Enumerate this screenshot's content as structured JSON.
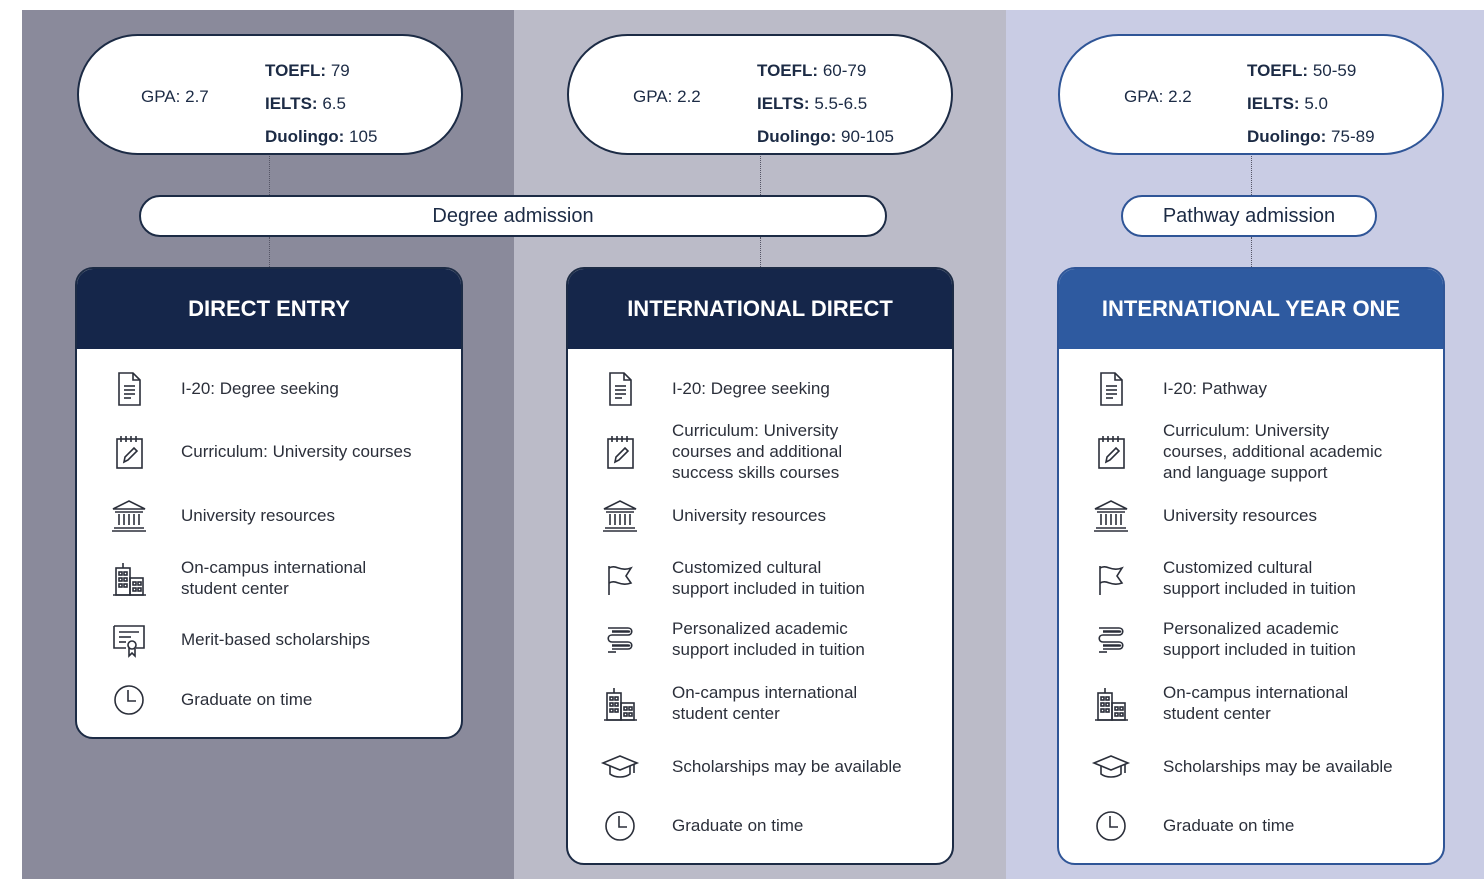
{
  "columns": [
    {
      "gpa_label": "GPA:",
      "gpa_value": "2.7",
      "toefl_label": "TOEFL:",
      "toefl_value": "79",
      "ielts_label": "IELTS:",
      "ielts_value": "6.5",
      "duolingo_label": "Duolingo:",
      "duolingo_value": "105",
      "title": "DIRECT ENTRY",
      "items": [
        {
          "icon": "document-icon",
          "text": "I-20: Degree seeking"
        },
        {
          "icon": "notepad-pencil-icon",
          "text": "Curriculum: University courses"
        },
        {
          "icon": "university-building-icon",
          "text": "University resources"
        },
        {
          "icon": "office-building-icon",
          "text": "On-campus international\nstudent center"
        },
        {
          "icon": "certificate-icon",
          "text": "Merit-based scholarships"
        },
        {
          "icon": "clock-icon",
          "text": "Graduate on time"
        }
      ]
    },
    {
      "gpa_label": "GPA:",
      "gpa_value": "2.2",
      "toefl_label": "TOEFL:",
      "toefl_value": "60-79",
      "ielts_label": "IELTS:",
      "ielts_value": "5.5-6.5",
      "duolingo_label": "Duolingo:",
      "duolingo_value": "90-105",
      "title": "INTERNATIONAL DIRECT",
      "items": [
        {
          "icon": "document-icon",
          "text": "I-20: Degree seeking"
        },
        {
          "icon": "notepad-pencil-icon",
          "text": "Curriculum: University\ncourses and additional\nsuccess skills courses"
        },
        {
          "icon": "university-building-icon",
          "text": "University resources"
        },
        {
          "icon": "flag-icon",
          "text": "Customized cultural\nsupport included in tuition"
        },
        {
          "icon": "winding-path-icon",
          "text": "Personalized academic\nsupport included in tuition"
        },
        {
          "icon": "office-building-icon",
          "text": "On-campus international\nstudent center"
        },
        {
          "icon": "graduation-cap-icon",
          "text": "Scholarships may be available"
        },
        {
          "icon": "clock-icon",
          "text": "Graduate on time"
        }
      ]
    },
    {
      "gpa_label": "GPA:",
      "gpa_value": "2.2",
      "toefl_label": "TOEFL:",
      "toefl_value": "50-59",
      "ielts_label": "IELTS:",
      "ielts_value": "5.0",
      "duolingo_label": "Duolingo:",
      "duolingo_value": "75-89",
      "title": "INTERNATIONAL YEAR ONE",
      "items": [
        {
          "icon": "document-icon",
          "text": "I-20: Pathway"
        },
        {
          "icon": "notepad-pencil-icon",
          "text": "Curriculum: University\ncourses, additional academic\nand language support"
        },
        {
          "icon": "university-building-icon",
          "text": "University resources"
        },
        {
          "icon": "flag-icon",
          "text": "Customized cultural\nsupport included in tuition"
        },
        {
          "icon": "winding-path-icon",
          "text": "Personalized academic\nsupport included in tuition"
        },
        {
          "icon": "office-building-icon",
          "text": "On-campus international\nstudent center"
        },
        {
          "icon": "graduation-cap-icon",
          "text": "Scholarships may be available"
        },
        {
          "icon": "clock-icon",
          "text": "Graduate on time"
        }
      ]
    }
  ],
  "admissions": {
    "degree": "Degree admission",
    "pathway": "Pathway admission"
  },
  "colors": {
    "navy": "#15264a",
    "blue": "#2e5aa0",
    "bg_dark": "#8a8a9b",
    "bg_mid": "#bbbbc8",
    "bg_light": "#c9cce4"
  }
}
